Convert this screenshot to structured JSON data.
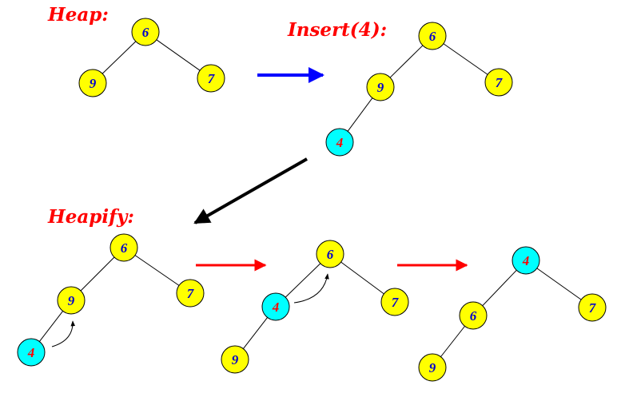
{
  "labels": {
    "heap": "Heap:",
    "insert": "Insert(4):",
    "heapify": "Heapify:"
  },
  "colors": {
    "label": "#ff0000",
    "node_default": "#ffff00",
    "node_inserted": "#00ffff",
    "text_default": "#0000cc",
    "text_inserted": "#ff0000",
    "arrow_blue": "#0000ff",
    "arrow_black": "#000000",
    "arrow_red": "#ff0000"
  },
  "trees": [
    {
      "name": "heap",
      "nodes": [
        {
          "v": "6",
          "hl": false
        },
        {
          "v": "9",
          "hl": false
        },
        {
          "v": "7",
          "hl": false
        }
      ]
    },
    {
      "name": "insert",
      "nodes": [
        {
          "v": "6",
          "hl": false
        },
        {
          "v": "9",
          "hl": false
        },
        {
          "v": "7",
          "hl": false
        },
        {
          "v": "4",
          "hl": true
        }
      ]
    },
    {
      "name": "heapify-1",
      "nodes": [
        {
          "v": "6",
          "hl": false
        },
        {
          "v": "9",
          "hl": false
        },
        {
          "v": "7",
          "hl": false
        },
        {
          "v": "4",
          "hl": true
        }
      ]
    },
    {
      "name": "heapify-2",
      "nodes": [
        {
          "v": "6",
          "hl": false
        },
        {
          "v": "4",
          "hl": true
        },
        {
          "v": "7",
          "hl": false
        },
        {
          "v": "9",
          "hl": false
        }
      ]
    },
    {
      "name": "heapify-3",
      "nodes": [
        {
          "v": "4",
          "hl": true
        },
        {
          "v": "6",
          "hl": false
        },
        {
          "v": "7",
          "hl": false
        },
        {
          "v": "9",
          "hl": false
        }
      ]
    }
  ]
}
